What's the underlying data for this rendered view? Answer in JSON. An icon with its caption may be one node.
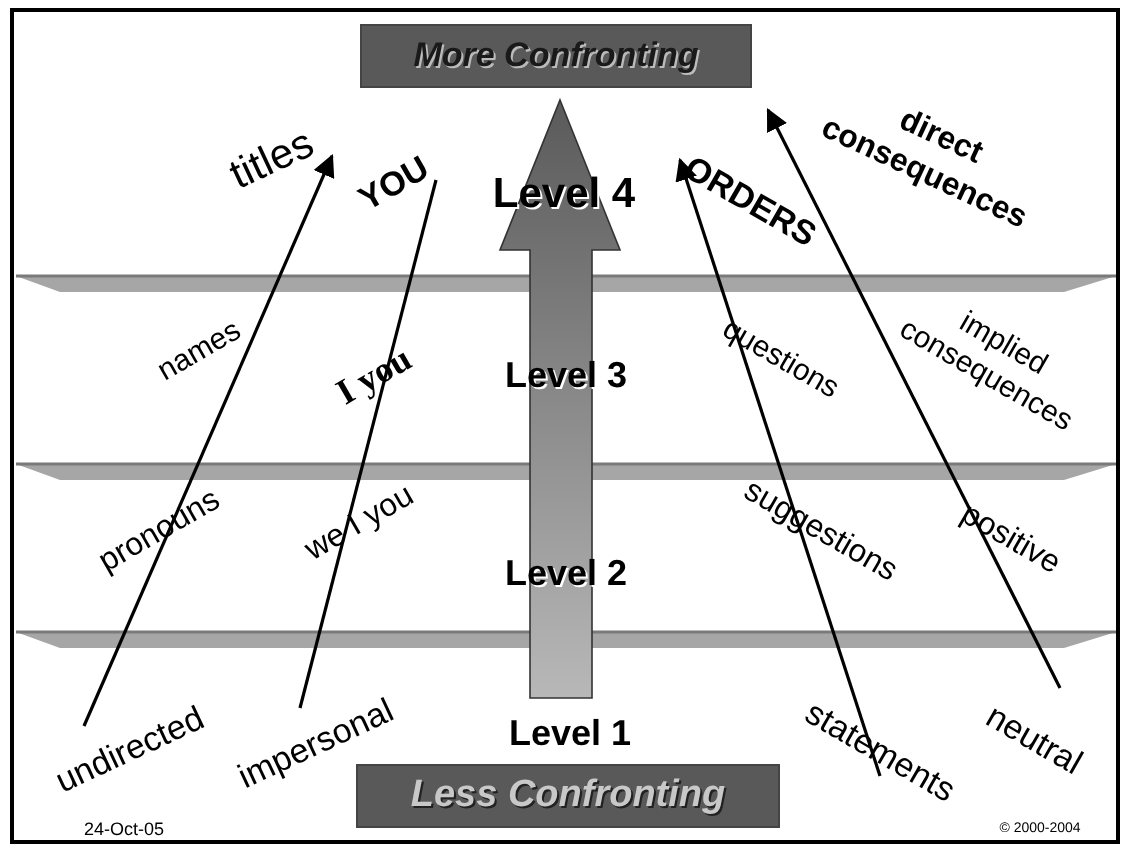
{
  "diagram": {
    "nodes": [
      {
        "text": [
          "More Confronting"
        ]
      },
      {
        "text": [
          "titles"
        ]
      },
      {
        "text": [
          "YOU"
        ]
      },
      {
        "text": [
          "ORDERS"
        ]
      },
      {
        "text": [
          "direct consequences"
        ]
      },
      {
        "text": [
          "undirected"
        ]
      },
      {
        "text": [
          "impersonal"
        ]
      },
      {
        "text": [
          "statements"
        ]
      },
      {
        "text": [
          "neutral"
        ]
      },
      {
        "text": [
          "Less Confronting"
        ]
      }
    ],
    "edges": [
      {
        "from": 5,
        "to": 1,
        "arrow": "to"
      },
      {
        "from": 6,
        "to": 2,
        "arrow": "none"
      },
      {
        "from": 7,
        "to": 3,
        "arrow": "to"
      },
      {
        "from": 8,
        "to": 4,
        "arrow": "to"
      }
    ],
    "labels": [
      "Level 4",
      "names",
      "I you",
      "Level 3",
      "questions",
      "implied consequences",
      "pronouns",
      "we I you",
      "Level 2",
      "suggestions",
      "positive",
      "Level 1",
      "24-Oct-05",
      "© 2000-2004"
    ]
  }
}
